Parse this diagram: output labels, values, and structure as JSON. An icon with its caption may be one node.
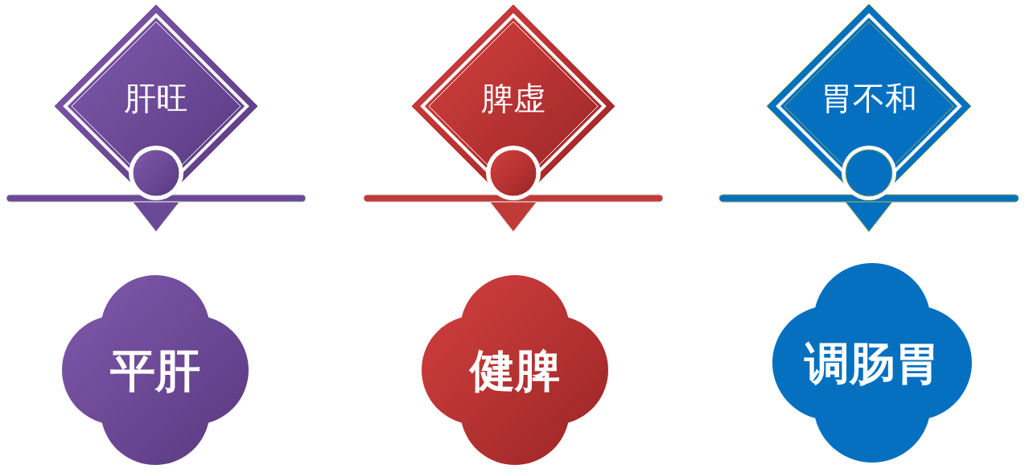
{
  "diagram": {
    "nodes": [
      {
        "text": [
          "肝旺"
        ]
      },
      {
        "text": [
          "脾虚"
        ]
      },
      {
        "text": [
          "胃不和"
        ]
      },
      {
        "text": [
          "平肝"
        ]
      },
      {
        "text": [
          "健脾"
        ]
      },
      {
        "text": [
          "调肠胃"
        ]
      }
    ]
  }
}
